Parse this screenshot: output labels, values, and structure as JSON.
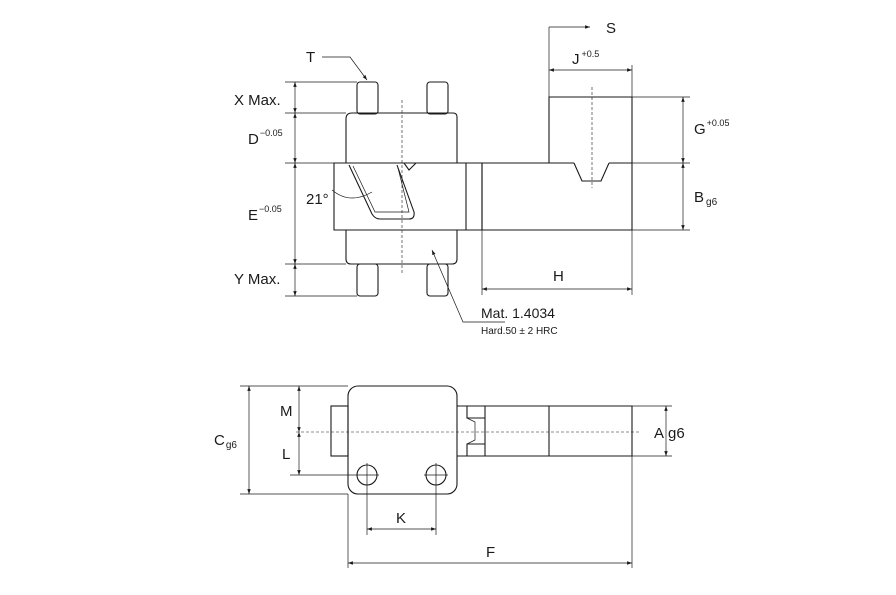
{
  "labels": {
    "S": "S",
    "J": "J",
    "J_tol": "+0.5",
    "T": "T",
    "X": "X Max.",
    "D": "D",
    "D_tol": "−0.05",
    "G": "G",
    "G_tol": "+0.05",
    "B": "B",
    "B_tol": "g6",
    "angle": "21°",
    "E": "E",
    "E_tol": "−0.05",
    "Y": "Y Max.",
    "H": "H",
    "material": "Mat. 1.4034",
    "hardness": "Hard.50 ± 2 HRC",
    "M": "M",
    "L": "L",
    "C": "C",
    "C_tol": "g6",
    "A": "A",
    "A_tol": "g6",
    "K": "K",
    "F": "F"
  }
}
